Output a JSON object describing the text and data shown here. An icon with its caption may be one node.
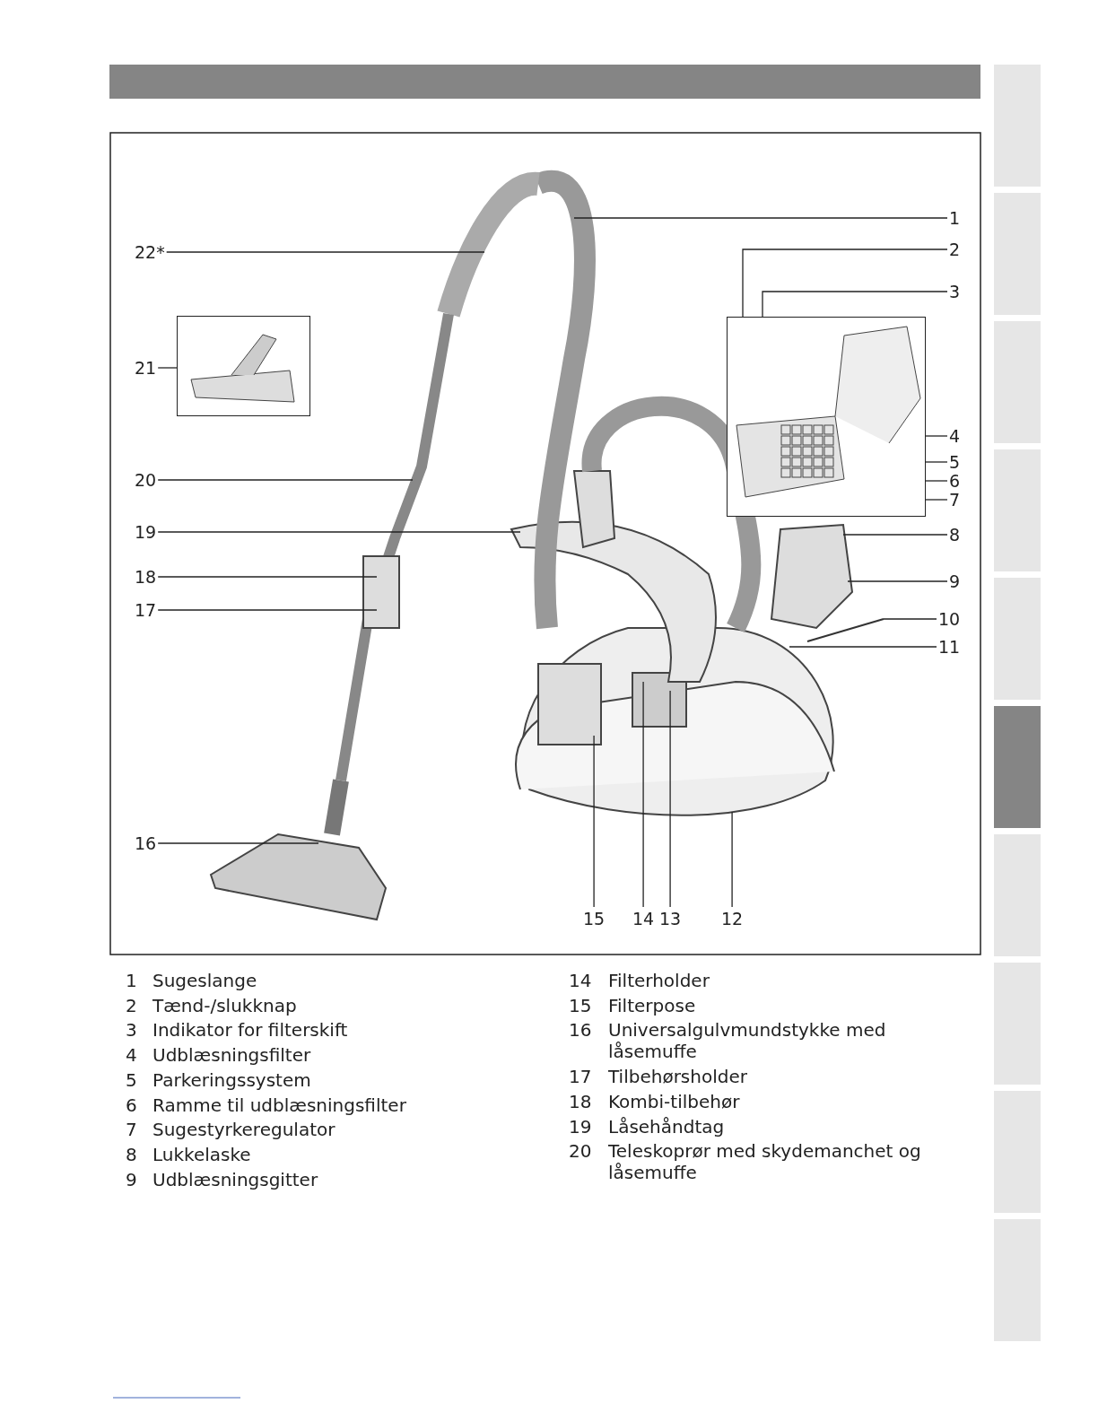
{
  "diagram": {
    "nodes": [
      {
        "text": [],
        "shape": "picture"
      },
      {
        "text": [],
        "shape": "picture"
      },
      {
        "text": [
          "1"
        ]
      },
      {
        "text": [
          "2"
        ]
      },
      {
        "text": [
          "3"
        ]
      },
      {
        "text": [
          "4"
        ]
      },
      {
        "text": [
          "5"
        ]
      },
      {
        "text": [
          "6"
        ]
      },
      {
        "text": [
          "7"
        ]
      },
      {
        "text": [
          "8"
        ]
      },
      {
        "text": [
          "9"
        ]
      },
      {
        "text": [
          "10"
        ]
      },
      {
        "text": [
          "11"
        ]
      },
      {
        "text": [
          "12"
        ]
      },
      {
        "text": [
          "13"
        ]
      },
      {
        "text": [
          "14"
        ]
      },
      {
        "text": [
          "15"
        ]
      },
      {
        "text": [
          "16"
        ]
      },
      {
        "text": [
          "17"
        ]
      },
      {
        "text": [
          "18"
        ]
      },
      {
        "text": [
          "19"
        ]
      },
      {
        "text": [
          "20"
        ]
      },
      {
        "text": [
          "21"
        ]
      },
      {
        "text": [
          "22*"
        ]
      }
    ],
    "edges": [
      {
        "from": 2,
        "to": null,
        "arrow": "none"
      },
      {
        "from": 3,
        "to": 0,
        "arrow": "none"
      },
      {
        "from": 4,
        "to": 0,
        "arrow": "none"
      },
      {
        "from": 5,
        "to": 0,
        "arrow": "none"
      },
      {
        "from": 6,
        "to": 0,
        "arrow": "none"
      },
      {
        "from": 7,
        "to": 0,
        "arrow": "none"
      },
      {
        "from": 8,
        "to": 0,
        "arrow": "none"
      },
      {
        "from": 9,
        "to": null,
        "arrow": "none"
      },
      {
        "from": 10,
        "to": null,
        "arrow": "none"
      },
      {
        "from": 11,
        "to": null,
        "arrow": "none"
      },
      {
        "from": 12,
        "to": null,
        "arrow": "none"
      },
      {
        "from": 13,
        "to": null,
        "arrow": "none"
      },
      {
        "from": 14,
        "to": null,
        "arrow": "none"
      },
      {
        "from": 15,
        "to": null,
        "arrow": "none"
      },
      {
        "from": 16,
        "to": null,
        "arrow": "none"
      },
      {
        "from": 17,
        "to": null,
        "arrow": "none"
      },
      {
        "from": 18,
        "to": null,
        "arrow": "none"
      },
      {
        "from": 19,
        "to": null,
        "arrow": "none"
      },
      {
        "from": 20,
        "to": null,
        "arrow": "none"
      },
      {
        "from": 21,
        "to": null,
        "arrow": "none"
      },
      {
        "from": 22,
        "to": 1,
        "arrow": "none"
      },
      {
        "from": 23,
        "to": null,
        "arrow": "none"
      }
    ],
    "labels": [
      "1",
      "Sugeslange",
      "2",
      "Tænd-/slukknap",
      "3",
      "Indikator for filterskift",
      "4",
      "Udblæsningsfilter",
      "5",
      "Parkeringssystem",
      "6",
      "Ramme til udblæsningsfilter",
      "7",
      "Sugestyrkeregulator",
      "8",
      "Lukkelaske",
      "9",
      "Udblæsningsgitter",
      "14",
      "Filterholder",
      "15",
      "Filterpose",
      "16",
      "Universalgulvmundstykke med låsemuffe",
      "17",
      "Tilbehørsholder",
      "18",
      "Kombi-tilbehør",
      "19",
      "Låsehåndtag",
      "20",
      "Teleskoprør med skydemanchet og låsemuffe"
    ]
  }
}
